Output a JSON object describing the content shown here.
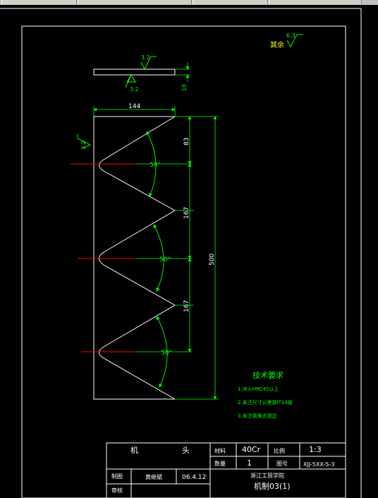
{
  "window": {
    "toolbar_segments": 4
  },
  "drawing": {
    "roughness_rest": {
      "label": "其余",
      "value": "6.3"
    },
    "roughness_side": "3.2",
    "side_view": {
      "roughness_top": "3.2",
      "roughness_bottom": "3.2",
      "thickness_dim": "10"
    },
    "dims": {
      "top_width": "144",
      "seg1": "83",
      "seg2": "167",
      "seg3": "167",
      "total_height": "500",
      "angle1": "50°",
      "angle2": "50°",
      "angle3": "50°"
    },
    "tech_req": {
      "title": "技术要求",
      "items": [
        "1.淬火HRC45以上",
        "2.未注尺寸公差按IT14级",
        "3.未注倒角去锐边"
      ]
    },
    "title_block": {
      "name_char1": "机",
      "name_char2": "头",
      "material_label": "材料",
      "material_value": "40Cr",
      "scale_label": "比例",
      "scale_value": "1:3",
      "qty_label": "数量",
      "qty_value": "1",
      "drawing_no_label": "图号",
      "drawing_no_value": "XJJ-5XX-5-3",
      "drafter_label": "制图",
      "drafter_name": "黄继斌",
      "date": "06.4.12",
      "checker_label": "审核",
      "school": "浙江工贸学院",
      "class_name": "机制03(1)"
    },
    "colors": {
      "frame": "#ffffff",
      "dimension": "#00ff00",
      "centerline": "#ff0000",
      "text": "#ffffff",
      "tech_text": "#00ff00"
    }
  }
}
